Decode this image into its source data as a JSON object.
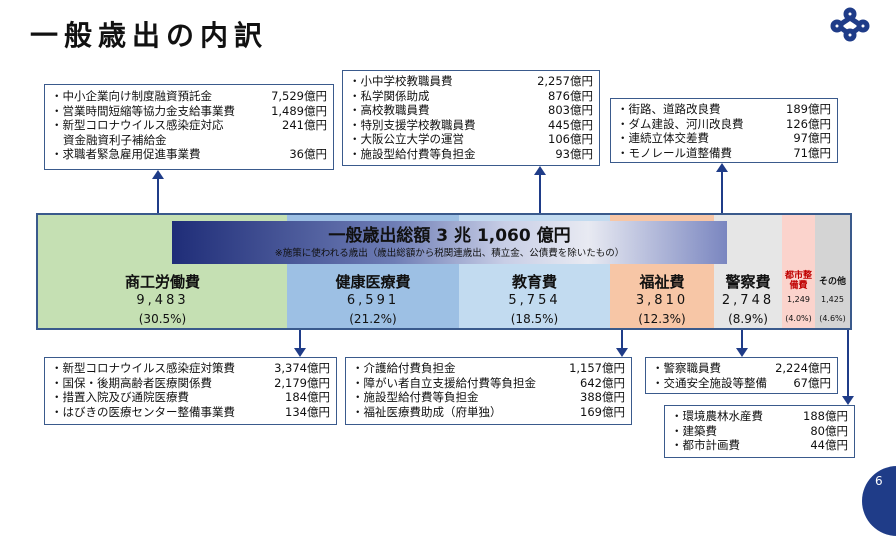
{
  "title": "一般歳出の内訳",
  "page_number": "6",
  "banner": {
    "total": "一般歳出総額 3 兆 1,060 億円",
    "note": "※施策に使われる歳出（歳出総額から税関連歳出、積立金、公債費を除いたもの）"
  },
  "segments": [
    {
      "name": "商工労働費",
      "amount": "9,483",
      "percent": "(30.5%)",
      "share": 30.5,
      "color": "#c5e0b3"
    },
    {
      "name": "健康医療費",
      "amount": "6,591",
      "percent": "(21.2%)",
      "share": 21.2,
      "color": "#9dc0e4"
    },
    {
      "name": "教育費",
      "amount": "5,754",
      "percent": "(18.5%)",
      "share": 18.5,
      "color": "#c2dbf0"
    },
    {
      "name": "福祉費",
      "amount": "3,810",
      "percent": "(12.3%)",
      "share": 12.3,
      "color": "#f7c6a6"
    },
    {
      "name": "警察費",
      "amount": "2,748",
      "percent": "(8.9%)",
      "share": 8.9,
      "color": "#e6e6e6"
    },
    {
      "name": "都市整備費",
      "amount": "1,249",
      "percent": "(4.0%)",
      "share": 4.0,
      "color": "#fbd3cc"
    },
    {
      "name": "その他",
      "amount": "1,425",
      "percent": "(4.6%)",
      "share": 4.6,
      "color": "#d4d4d4"
    }
  ],
  "boxes": {
    "commerce": [
      [
        "中小企業向け制度融資預託金",
        "7,529億円"
      ],
      [
        "営業時間短縮等協力金支給事業費",
        "1,489億円"
      ],
      [
        "新型コロナウイルス感染症対応",
        "241億円"
      ],
      [
        "資金融資利子補給金",
        ""
      ],
      [
        "求職者緊急雇用促進事業費",
        "36億円"
      ]
    ],
    "education": [
      [
        "小中学校教職員費",
        "2,257億円"
      ],
      [
        "私学関係助成",
        "876億円"
      ],
      [
        "高校教職員費",
        "803億円"
      ],
      [
        "特別支援学校教職員費",
        "445億円"
      ],
      [
        "大阪公立大学の運営",
        "106億円"
      ],
      [
        "施設型給付費等負担金",
        "93億円"
      ]
    ],
    "urban": [
      [
        "街路、道路改良費",
        "189億円"
      ],
      [
        "ダム建設、河川改良費",
        "126億円"
      ],
      [
        "連続立体交差費",
        "97億円"
      ],
      [
        "モノレール道整備費",
        "71億円"
      ]
    ],
    "health": [
      [
        "新型コロナウイルス感染症対策費",
        "3,374億円"
      ],
      [
        "国保・後期高齢者医療関係費",
        "2,179億円"
      ],
      [
        "措置入院及び通院医療費",
        "184億円"
      ],
      [
        "はびきの医療センター整備事業費",
        "134億円"
      ]
    ],
    "welfare": [
      [
        "介護給付費負担金",
        "1,157億円"
      ],
      [
        "障がい者自立支援給付費等負担金",
        "642億円"
      ],
      [
        "施設型給付費等負担金",
        "388億円"
      ],
      [
        "福祉医療費助成（府単独）",
        "169億円"
      ]
    ],
    "police": [
      [
        "警察職員費",
        "2,224億円"
      ],
      [
        "交通安全施設等整備",
        "67億円"
      ]
    ],
    "other": [
      [
        "環境農林水産費",
        "188億円"
      ],
      [
        "建築費",
        "80億円"
      ],
      [
        "都市計画費",
        "44億円"
      ]
    ]
  }
}
